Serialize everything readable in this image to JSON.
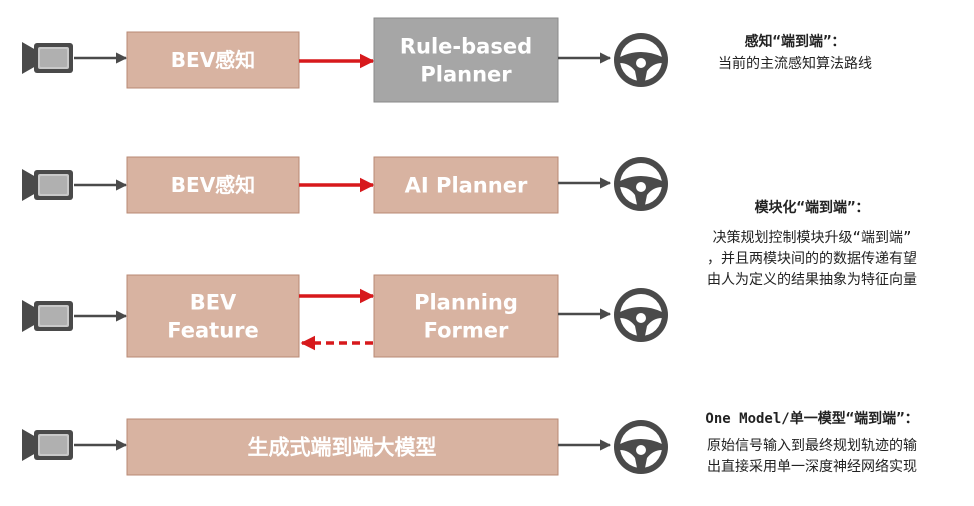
{
  "colors": {
    "box_fill": "#d8b3a1",
    "box_stroke": "#b98a74",
    "gray_box_fill": "#a6a6a6",
    "gray_box_stroke": "#8a8a8a",
    "red_arrow": "#d7191c",
    "dark": "#4a4a4a"
  },
  "icons": {
    "input": "camera-icon",
    "output": "steering-wheel-icon"
  },
  "rows": [
    {
      "blocks": [
        {
          "label": "BEV感知"
        },
        {
          "label": "Rule-based\nPlanner"
        }
      ],
      "note": {
        "title": "感知“端到端”：",
        "body": [
          "当前的主流感知算法路线"
        ]
      }
    },
    {
      "blocks": [
        {
          "label": "BEV感知"
        },
        {
          "label": "AI Planner"
        }
      ],
      "note": {
        "title": "模块化“端到端”：",
        "body": [
          "决策规划控制模块升级“端到端”",
          "，并且两模块间的的数据传递有望",
          "由人为定义的结果抽象为特征向量"
        ]
      }
    },
    {
      "blocks": [
        {
          "label": "BEV\nFeature"
        },
        {
          "label": "Planning\nFormer"
        }
      ],
      "note": null
    },
    {
      "blocks": [
        {
          "label": "生成式端到端大模型"
        }
      ],
      "note": {
        "title": "One Model/单一模型“端到端”：",
        "body": [
          "原始信号输入到最终规划轨迹的输",
          "出直接采用单一深度神经网络实现"
        ]
      }
    }
  ]
}
